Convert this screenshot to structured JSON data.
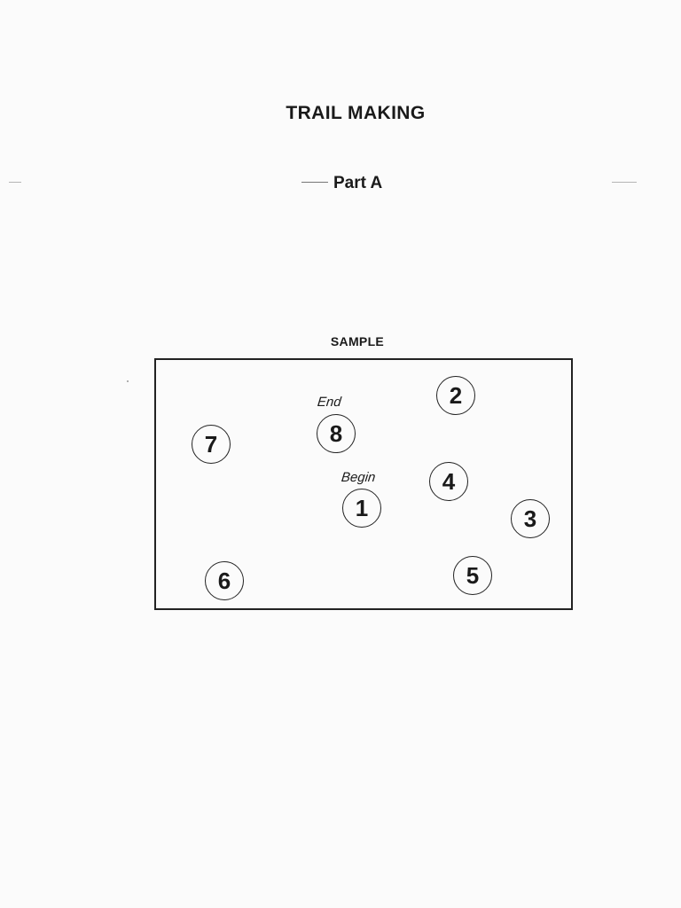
{
  "document": {
    "title": "TRAIL MAKING",
    "part": "Part A"
  },
  "sample": {
    "label": "SAMPLE",
    "begin_label": "Begin",
    "end_label": "End",
    "nodes": [
      {
        "name": "node-1",
        "label": "1"
      },
      {
        "name": "node-2",
        "label": "2"
      },
      {
        "name": "node-3",
        "label": "3"
      },
      {
        "name": "node-4",
        "label": "4"
      },
      {
        "name": "node-5",
        "label": "5"
      },
      {
        "name": "node-6",
        "label": "6"
      },
      {
        "name": "node-7",
        "label": "7"
      },
      {
        "name": "node-8",
        "label": "8"
      }
    ]
  }
}
